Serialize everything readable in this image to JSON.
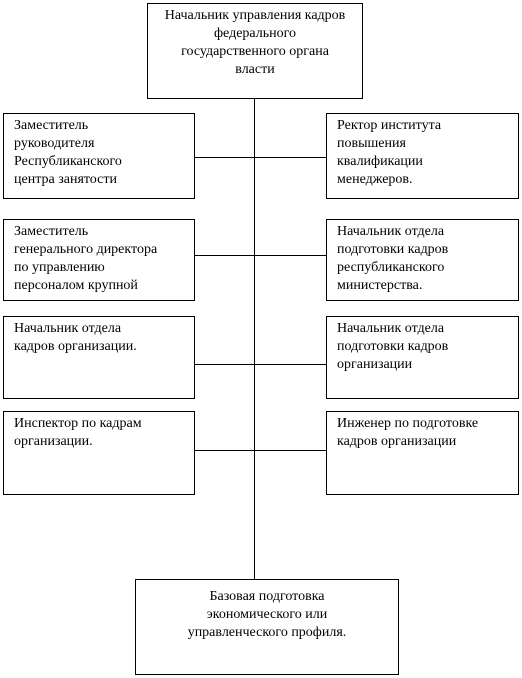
{
  "diagram": {
    "top": "Начальник управления кадров\nфедерального\nгосударственного органа\nвласти",
    "left": [
      "Заместитель\nруководителя\nРеспубликанского\nцентра занятости",
      "Заместитель\nгенерального директора\nпо управлению\nперсоналом крупной",
      "Начальник отдела\nкадров организации.",
      "Инспектор по кадрам\nорганизации."
    ],
    "right": [
      "Ректор института\nповышения\nквалификации\nменеджеров.",
      "Начальник отдела\nподготовки кадров\nреспубликанского\nминистерства.",
      "Начальник отдела\nподготовки кадров\nорганизации",
      "Инженер по подготовке\nкадров организации"
    ],
    "bottom": "Базовая подготовка\nэкономического или\nуправленческого профиля."
  }
}
